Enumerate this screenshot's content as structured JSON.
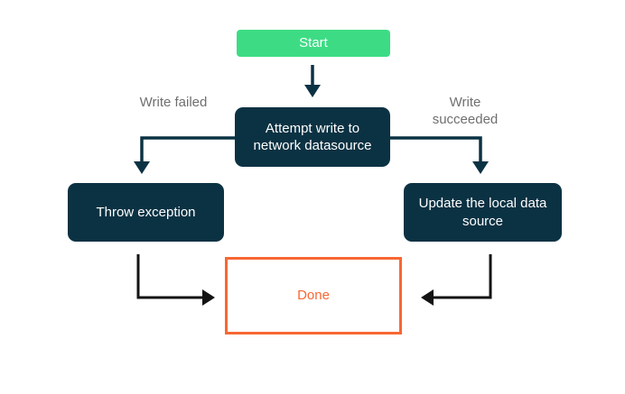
{
  "diagram": {
    "type": "flowchart",
    "nodes": {
      "start": {
        "label": "Start",
        "shape": "rounded-rect",
        "fill": "green"
      },
      "attempt": {
        "label": "Attempt write to network datasource",
        "shape": "rounded-rect",
        "fill": "navy"
      },
      "throw": {
        "label": "Throw exception",
        "shape": "rounded-rect",
        "fill": "navy"
      },
      "update": {
        "label": "Update the local data source",
        "shape": "rounded-rect",
        "fill": "navy"
      },
      "done": {
        "label": "Done",
        "shape": "rect-outline",
        "fill": "white",
        "border": "orange"
      }
    },
    "edge_labels": {
      "write_failed": "Write failed",
      "write_succeeded": "Write succeeded"
    },
    "edges": [
      {
        "from": "start",
        "to": "attempt",
        "label": ""
      },
      {
        "from": "attempt",
        "to": "throw",
        "label": "Write failed"
      },
      {
        "from": "attempt",
        "to": "update",
        "label": "Write succeeded"
      },
      {
        "from": "throw",
        "to": "done",
        "label": ""
      },
      {
        "from": "update",
        "to": "done",
        "label": ""
      }
    ],
    "colors": {
      "green": "#3DDC84",
      "navy": "#0B3243",
      "orange": "#F86734",
      "gray": "#6F6F6F",
      "black": "#131313",
      "background": "#FFFFFF"
    }
  }
}
